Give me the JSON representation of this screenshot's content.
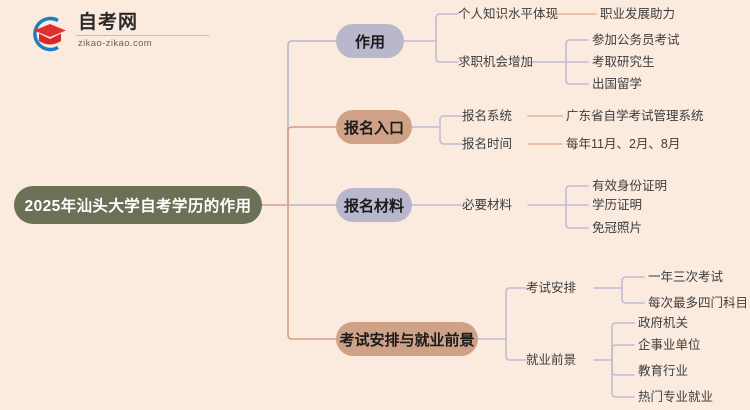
{
  "background_color": "#fbeade",
  "logo": {
    "name_cn": "自考网",
    "url": "zikao-zikao.com",
    "mark_icon": "graduation-cap-icon",
    "arc_color": "#1a7fc1",
    "cap_color": "#e0312e"
  },
  "mindmap": {
    "root": {
      "label": "2025年汕头大学自考学历的作用",
      "color": "#6b7057",
      "text_color": "#ffffff"
    },
    "branches": [
      {
        "label": "作用",
        "color": "#b8b7cc",
        "children": [
          {
            "label": "个人知识水平体现",
            "children": [
              {
                "label": "职业发展助力"
              }
            ]
          },
          {
            "label": "求职机会增加",
            "children": [
              {
                "label": "参加公务员考试"
              },
              {
                "label": "考取研究生"
              },
              {
                "label": "出国留学"
              }
            ]
          }
        ]
      },
      {
        "label": "报名入口",
        "color": "#cfa288",
        "children": [
          {
            "label": "报名系统",
            "children": [
              {
                "label": "广东省自学考试管理系统"
              }
            ]
          },
          {
            "label": "报名时间",
            "children": [
              {
                "label": "每年11月、2月、8月"
              }
            ]
          }
        ]
      },
      {
        "label": "报名材料",
        "color": "#b8b7cc",
        "children": [
          {
            "label": "必要材料",
            "children": [
              {
                "label": "有效身份证明"
              },
              {
                "label": "学历证明"
              },
              {
                "label": "免冠照片"
              }
            ]
          }
        ]
      },
      {
        "label": "考试安排与就业前景",
        "color": "#cfa288",
        "children": [
          {
            "label": "考试安排",
            "children": [
              {
                "label": "一年三次考试"
              },
              {
                "label": "每次最多四门科目"
              }
            ]
          },
          {
            "label": "就业前景",
            "children": [
              {
                "label": "政府机关"
              },
              {
                "label": "企事业单位"
              },
              {
                "label": "教育行业"
              },
              {
                "label": "热门专业就业"
              }
            ]
          }
        ]
      }
    ]
  }
}
